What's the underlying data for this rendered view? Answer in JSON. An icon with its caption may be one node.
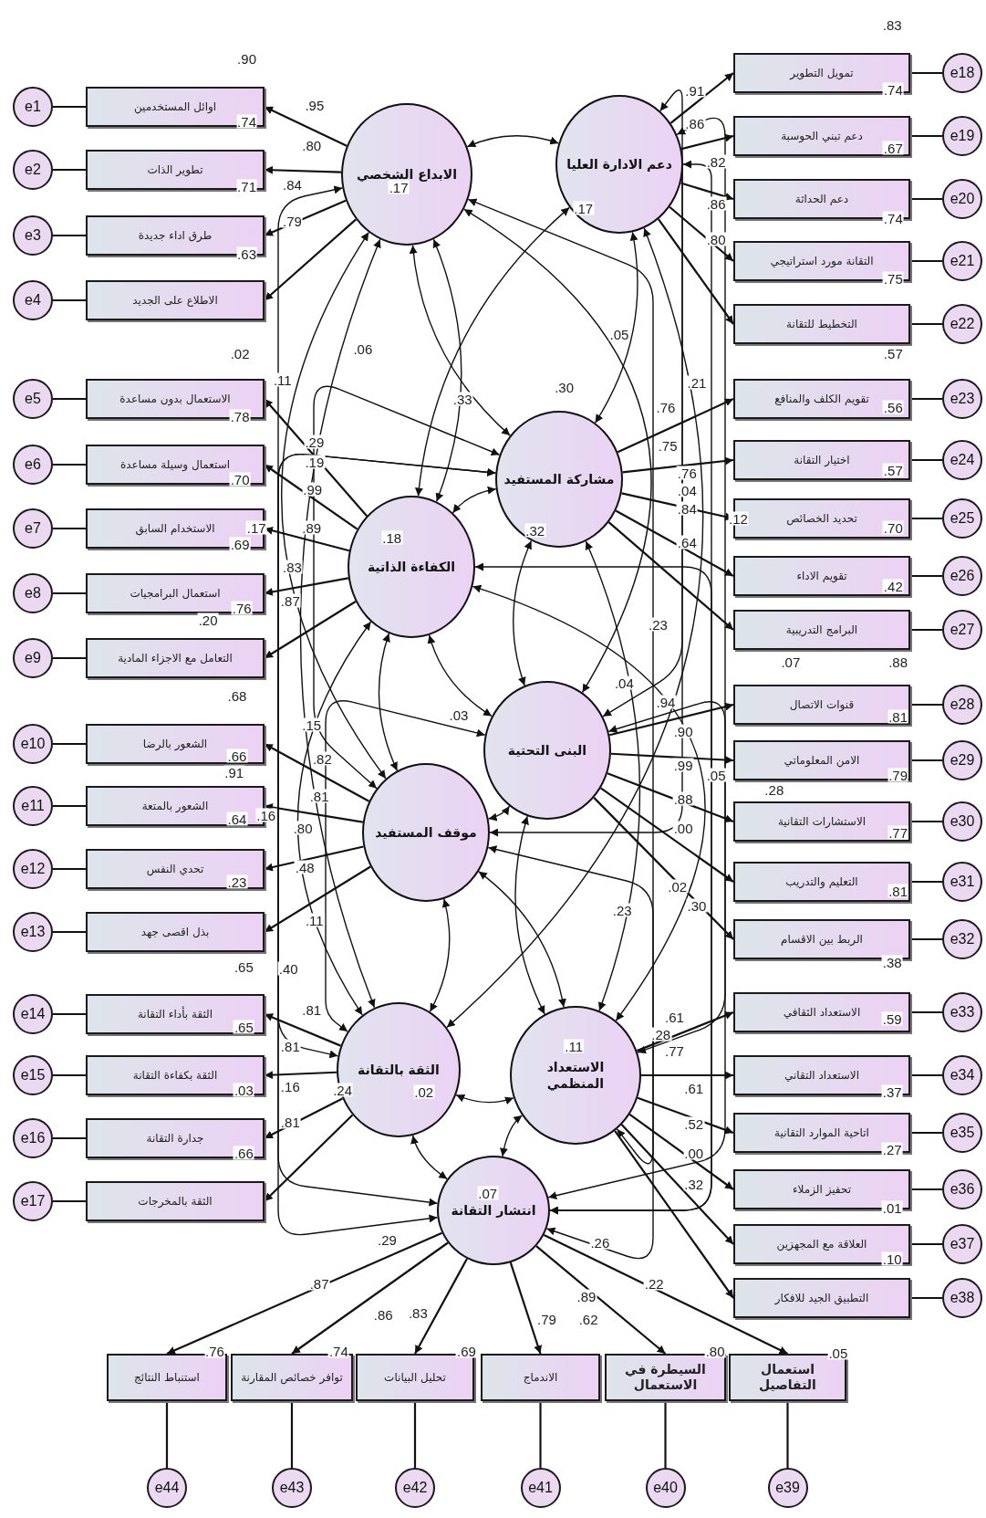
{
  "diagram": {
    "nodes": [
      {
        "text": [
          "الابداع الشخصي"
        ]
      },
      {
        "text": [
          "دعم الادارة العليا"
        ]
      },
      {
        "text": [
          "مشاركة المستفيد"
        ]
      },
      {
        "text": [
          "الكفاءة الذاتية"
        ]
      },
      {
        "text": [
          "البنى التحتية"
        ]
      },
      {
        "text": [
          "موقف المستفيد"
        ]
      },
      {
        "text": [
          "الثقة بالتقانة"
        ]
      },
      {
        "text": [
          "الاستعداد المنظمي"
        ]
      },
      {
        "text": [
          "انتشار التقانة"
        ]
      },
      {
        "text": [
          "اوائل المستخدمين"
        ]
      },
      {
        "text": [
          "تطوير الذات"
        ]
      },
      {
        "text": [
          "طرق اداء جديدة"
        ]
      },
      {
        "text": [
          "الاطلاع على الجديد"
        ]
      },
      {
        "text": [
          "الاستعمال بدون مساعدة"
        ]
      },
      {
        "text": [
          "استعمال وسيلة مساعدة"
        ]
      },
      {
        "text": [
          "الاستخدام السابق"
        ]
      },
      {
        "text": [
          "استعمال البرامجيات"
        ]
      },
      {
        "text": [
          "التعامل مع الاجزاء المادية"
        ]
      },
      {
        "text": [
          "الشعور بالرضا"
        ]
      },
      {
        "text": [
          "الشعور بالمتعة"
        ]
      },
      {
        "text": [
          "تحدي النفس"
        ]
      },
      {
        "text": [
          "بذل اقصى جهد"
        ]
      },
      {
        "text": [
          "الثقة بأداء التقانة"
        ]
      },
      {
        "text": [
          "الثقة بكفاءة التقانة"
        ]
      },
      {
        "text": [
          "جدارة التقانة"
        ]
      },
      {
        "text": [
          "الثقة بالمخرجات"
        ]
      },
      {
        "text": [
          "تمويل التطوير"
        ]
      },
      {
        "text": [
          "دعم تبني الحوسبة"
        ]
      },
      {
        "text": [
          "دعم الحداثة"
        ]
      },
      {
        "text": [
          "التقانة مورد استراتيجي"
        ]
      },
      {
        "text": [
          "التخطيط للتقانة"
        ]
      },
      {
        "text": [
          "تقويم الكلف والمنافع"
        ]
      },
      {
        "text": [
          "اختيار التقانة"
        ]
      },
      {
        "text": [
          "تحديد الخصائص"
        ]
      },
      {
        "text": [
          "تقويم الاداء"
        ]
      },
      {
        "text": [
          "البرامج التدريبية"
        ]
      },
      {
        "text": [
          "قنوات الاتصال"
        ]
      },
      {
        "text": [
          "الامن المعلوماتي"
        ]
      },
      {
        "text": [
          "الاستشارات التقانية"
        ]
      },
      {
        "text": [
          "التعليم والتدريب"
        ]
      },
      {
        "text": [
          "الربط بين الاقسام"
        ]
      },
      {
        "text": [
          "الاستعداد الثقافي"
        ]
      },
      {
        "text": [
          "الاستعداد التقاني"
        ]
      },
      {
        "text": [
          "اتاحية الموارد التقانية"
        ]
      },
      {
        "text": [
          "تحفيز الزملاء"
        ]
      },
      {
        "text": [
          "العلاقة مع المجهزين"
        ]
      },
      {
        "text": [
          "التطبيق الجيد للافكار"
        ]
      },
      {
        "text": [
          "استعمال التفاصيل"
        ]
      },
      {
        "text": [
          "السيطرة في الاستعمال"
        ]
      },
      {
        "text": [
          "الاندماج"
        ]
      },
      {
        "text": [
          "تحليل البيانات"
        ]
      },
      {
        "text": [
          "توافر خصائص المقارنة"
        ]
      },
      {
        "text": [
          "استنباط النتائج"
        ]
      },
      {
        "text": [
          "e1"
        ]
      },
      {
        "text": [
          "e2"
        ]
      },
      {
        "text": [
          "e3"
        ]
      },
      {
        "text": [
          "e4"
        ]
      },
      {
        "text": [
          "e5"
        ]
      },
      {
        "text": [
          "e6"
        ]
      },
      {
        "text": [
          "e7"
        ]
      },
      {
        "text": [
          "e8"
        ]
      },
      {
        "text": [
          "e9"
        ]
      },
      {
        "text": [
          "e10"
        ]
      },
      {
        "text": [
          "e11"
        ]
      },
      {
        "text": [
          "e12"
        ]
      },
      {
        "text": [
          "e13"
        ]
      },
      {
        "text": [
          "e14"
        ]
      },
      {
        "text": [
          "e15"
        ]
      },
      {
        "text": [
          "e16"
        ]
      },
      {
        "text": [
          "e17"
        ]
      },
      {
        "text": [
          "e18"
        ]
      },
      {
        "text": [
          "e19"
        ]
      },
      {
        "text": [
          "e20"
        ]
      },
      {
        "text": [
          "e21"
        ]
      },
      {
        "text": [
          "e22"
        ]
      },
      {
        "text": [
          "e23"
        ]
      },
      {
        "text": [
          "e24"
        ]
      },
      {
        "text": [
          "e25"
        ]
      },
      {
        "text": [
          "e26"
        ]
      },
      {
        "text": [
          "e27"
        ]
      },
      {
        "text": [
          "e28"
        ]
      },
      {
        "text": [
          "e29"
        ]
      },
      {
        "text": [
          "e30"
        ]
      },
      {
        "text": [
          "e31"
        ]
      },
      {
        "text": [
          "e32"
        ]
      },
      {
        "text": [
          "e33"
        ]
      },
      {
        "text": [
          "e34"
        ]
      },
      {
        "text": [
          "e35"
        ]
      },
      {
        "text": [
          "e36"
        ]
      },
      {
        "text": [
          "e37"
        ]
      },
      {
        "text": [
          "e38"
        ]
      },
      {
        "text": [
          "e39"
        ]
      },
      {
        "text": [
          "e40"
        ]
      },
      {
        "text": [
          "e41"
        ]
      },
      {
        "text": [
          "e42"
        ]
      },
      {
        "text": [
          "e43"
        ]
      },
      {
        "text": [
          "e44"
        ]
      }
    ],
    "edges": [
      {
        "from": 0,
        "to": 9,
        "arrow": "to"
      },
      {
        "from": 0,
        "to": 10,
        "arrow": "to"
      },
      {
        "from": 0,
        "to": 11,
        "arrow": "to"
      },
      {
        "from": 0,
        "to": 12,
        "arrow": "to"
      },
      {
        "from": 3,
        "to": 13,
        "arrow": "to"
      },
      {
        "from": 3,
        "to": 14,
        "arrow": "to"
      },
      {
        "from": 3,
        "to": 15,
        "arrow": "to"
      },
      {
        "from": 3,
        "to": 16,
        "arrow": "to"
      },
      {
        "from": 3,
        "to": 17,
        "arrow": "to"
      },
      {
        "from": 5,
        "to": 18,
        "arrow": "to"
      },
      {
        "from": 5,
        "to": 19,
        "arrow": "to"
      },
      {
        "from": 5,
        "to": 20,
        "arrow": "to"
      },
      {
        "from": 5,
        "to": 21,
        "arrow": "to"
      },
      {
        "from": 6,
        "to": 22,
        "arrow": "to"
      },
      {
        "from": 6,
        "to": 23,
        "arrow": "to"
      },
      {
        "from": 6,
        "to": 24,
        "arrow": "to"
      },
      {
        "from": 6,
        "to": 25,
        "arrow": "to"
      },
      {
        "from": 1,
        "to": 26,
        "arrow": "to"
      },
      {
        "from": 1,
        "to": 27,
        "arrow": "to"
      },
      {
        "from": 1,
        "to": 28,
        "arrow": "to"
      },
      {
        "from": 1,
        "to": 29,
        "arrow": "to"
      },
      {
        "from": 1,
        "to": 30,
        "arrow": "to"
      },
      {
        "from": 2,
        "to": 31,
        "arrow": "to"
      },
      {
        "from": 2,
        "to": 32,
        "arrow": "to"
      },
      {
        "from": 2,
        "to": 33,
        "arrow": "to"
      },
      {
        "from": 2,
        "to": 34,
        "arrow": "to"
      },
      {
        "from": 2,
        "to": 35,
        "arrow": "to"
      },
      {
        "from": 4,
        "to": 36,
        "arrow": "to"
      },
      {
        "from": 4,
        "to": 37,
        "arrow": "to"
      },
      {
        "from": 4,
        "to": 38,
        "arrow": "to"
      },
      {
        "from": 4,
        "to": 39,
        "arrow": "to"
      },
      {
        "from": 4,
        "to": 40,
        "arrow": "to"
      },
      {
        "from": 7,
        "to": 41,
        "arrow": "to"
      },
      {
        "from": 7,
        "to": 42,
        "arrow": "to"
      },
      {
        "from": 7,
        "to": 43,
        "arrow": "to"
      },
      {
        "from": 7,
        "to": 44,
        "arrow": "to"
      },
      {
        "from": 7,
        "to": 45,
        "arrow": "to"
      },
      {
        "from": 7,
        "to": 46,
        "arrow": "to"
      },
      {
        "from": 8,
        "to": 47,
        "arrow": "to"
      },
      {
        "from": 8,
        "to": 48,
        "arrow": "to"
      },
      {
        "from": 8,
        "to": 49,
        "arrow": "to"
      },
      {
        "from": 8,
        "to": 50,
        "arrow": "to"
      },
      {
        "from": 8,
        "to": 51,
        "arrow": "to"
      },
      {
        "from": 8,
        "to": 52,
        "arrow": "to"
      },
      {
        "from": 53,
        "to": 9,
        "arrow": "to"
      },
      {
        "from": 54,
        "to": 10,
        "arrow": "to"
      },
      {
        "from": 55,
        "to": 11,
        "arrow": "to"
      },
      {
        "from": 56,
        "to": 12,
        "arrow": "to"
      },
      {
        "from": 57,
        "to": 13,
        "arrow": "to"
      },
      {
        "from": 58,
        "to": 14,
        "arrow": "to"
      },
      {
        "from": 59,
        "to": 15,
        "arrow": "to"
      },
      {
        "from": 60,
        "to": 16,
        "arrow": "to"
      },
      {
        "from": 61,
        "to": 17,
        "arrow": "to"
      },
      {
        "from": 62,
        "to": 18,
        "arrow": "to"
      },
      {
        "from": 63,
        "to": 19,
        "arrow": "to"
      },
      {
        "from": 64,
        "to": 20,
        "arrow": "to"
      },
      {
        "from": 65,
        "to": 21,
        "arrow": "to"
      },
      {
        "from": 66,
        "to": 22,
        "arrow": "to"
      },
      {
        "from": 67,
        "to": 23,
        "arrow": "to"
      },
      {
        "from": 68,
        "to": 24,
        "arrow": "to"
      },
      {
        "from": 69,
        "to": 25,
        "arrow": "to"
      },
      {
        "from": 70,
        "to": 26,
        "arrow": "to"
      },
      {
        "from": 71,
        "to": 27,
        "arrow": "to"
      },
      {
        "from": 72,
        "to": 28,
        "arrow": "to"
      },
      {
        "from": 73,
        "to": 29,
        "arrow": "to"
      },
      {
        "from": 74,
        "to": 30,
        "arrow": "to"
      },
      {
        "from": 75,
        "to": 31,
        "arrow": "to"
      },
      {
        "from": 76,
        "to": 32,
        "arrow": "to"
      },
      {
        "from": 77,
        "to": 33,
        "arrow": "to"
      },
      {
        "from": 78,
        "to": 34,
        "arrow": "to"
      },
      {
        "from": 79,
        "to": 35,
        "arrow": "to"
      },
      {
        "from": 80,
        "to": 36,
        "arrow": "to"
      },
      {
        "from": 81,
        "to": 37,
        "arrow": "to"
      },
      {
        "from": 82,
        "to": 38,
        "arrow": "to"
      },
      {
        "from": 83,
        "to": 39,
        "arrow": "to"
      },
      {
        "from": 84,
        "to": 40,
        "arrow": "to"
      },
      {
        "from": 85,
        "to": 41,
        "arrow": "to"
      },
      {
        "from": 86,
        "to": 42,
        "arrow": "to"
      },
      {
        "from": 87,
        "to": 43,
        "arrow": "to"
      },
      {
        "from": 88,
        "to": 44,
        "arrow": "to"
      },
      {
        "from": 89,
        "to": 45,
        "arrow": "to"
      },
      {
        "from": 90,
        "to": 46,
        "arrow": "to"
      },
      {
        "from": 91,
        "to": 47,
        "arrow": "to"
      },
      {
        "from": 92,
        "to": 48,
        "arrow": "to"
      },
      {
        "from": 93,
        "to": 49,
        "arrow": "to"
      },
      {
        "from": 94,
        "to": 50,
        "arrow": "to"
      },
      {
        "from": 95,
        "to": 51,
        "arrow": "to"
      },
      {
        "from": 96,
        "to": 52,
        "arrow": "to"
      },
      {
        "from": 0,
        "to": 1,
        "arrow": "both"
      },
      {
        "from": 0,
        "to": 2,
        "arrow": "both"
      },
      {
        "from": 0,
        "to": 3,
        "arrow": "both"
      },
      {
        "from": 0,
        "to": 4,
        "arrow": "both"
      },
      {
        "from": 0,
        "to": 5,
        "arrow": "both"
      },
      {
        "from": 0,
        "to": 6,
        "arrow": "both"
      },
      {
        "from": 0,
        "to": 7,
        "arrow": "both"
      },
      {
        "from": 0,
        "to": 8,
        "arrow": "both"
      },
      {
        "from": 1,
        "to": 2,
        "arrow": "both"
      },
      {
        "from": 1,
        "to": 3,
        "arrow": "both"
      },
      {
        "from": 1,
        "to": 4,
        "arrow": "both"
      },
      {
        "from": 1,
        "to": 5,
        "arrow": "both"
      },
      {
        "from": 1,
        "to": 6,
        "arrow": "both"
      },
      {
        "from": 1,
        "to": 7,
        "arrow": "both"
      },
      {
        "from": 1,
        "to": 8,
        "arrow": "both"
      },
      {
        "from": 2,
        "to": 3,
        "arrow": "both"
      },
      {
        "from": 2,
        "to": 4,
        "arrow": "both"
      },
      {
        "from": 2,
        "to": 5,
        "arrow": "both"
      },
      {
        "from": 2,
        "to": 6,
        "arrow": "both"
      },
      {
        "from": 2,
        "to": 7,
        "arrow": "both"
      },
      {
        "from": 2,
        "to": 8,
        "arrow": "both"
      },
      {
        "from": 3,
        "to": 4,
        "arrow": "both"
      },
      {
        "from": 3,
        "to": 5,
        "arrow": "both"
      },
      {
        "from": 3,
        "to": 6,
        "arrow": "both"
      },
      {
        "from": 3,
        "to": 7,
        "arrow": "both"
      },
      {
        "from": 3,
        "to": 8,
        "arrow": "both"
      },
      {
        "from": 4,
        "to": 5,
        "arrow": "both"
      },
      {
        "from": 4,
        "to": 6,
        "arrow": "both"
      },
      {
        "from": 4,
        "to": 7,
        "arrow": "both"
      },
      {
        "from": 4,
        "to": 8,
        "arrow": "both"
      },
      {
        "from": 5,
        "to": 6,
        "arrow": "both"
      },
      {
        "from": 5,
        "to": 7,
        "arrow": "both"
      },
      {
        "from": 5,
        "to": 8,
        "arrow": "both"
      },
      {
        "from": 6,
        "to": 7,
        "arrow": "both"
      },
      {
        "from": 6,
        "to": 8,
        "arrow": "both"
      },
      {
        "from": 7,
        "to": 8,
        "arrow": "both"
      }
    ],
    "labels": [
      ".90",
      ".95",
      ".74",
      ".80",
      ".71",
      ".84",
      ".79",
      ".63",
      ".02",
      ".11",
      ".06",
      ".29",
      ".19",
      ".78",
      ".99",
      ".70",
      ".17",
      ".89",
      ".69",
      ".83",
      ".76",
      ".87",
      ".20",
      ".68",
      ".15",
      ".66",
      ".82",
      ".91",
      ".81",
      ".64",
      ".16",
      ".80",
      ".48",
      ".23",
      ".11",
      ".65",
      ".40",
      ".81",
      ".65",
      ".81",
      ".03",
      ".16",
      ".81",
      ".24",
      ".66",
      ".17",
      ".17",
      ".05",
      ".30",
      ".33",
      ".18",
      ".32",
      ".03",
      ".23",
      ".04",
      ".23",
      ".11",
      ".02",
      ".07",
      ".29",
      ".26",
      ".87",
      ".86",
      ".83",
      ".22",
      ".79",
      ".89",
      ".62",
      ".76",
      ".74",
      ".69",
      ".80",
      ".05",
      ".83",
      ".91",
      ".74",
      ".86",
      ".67",
      ".82",
      ".86",
      ".74",
      ".80",
      ".75",
      ".57",
      ".21",
      ".76",
      ".56",
      ".75",
      ".76",
      ".57",
      ".04",
      ".84",
      ".12",
      ".70",
      ".64",
      ".42",
      ".07",
      ".88",
      ".94",
      ".81",
      ".90",
      ".99",
      ".05",
      ".79",
      ".28",
      ".88",
      ".00",
      ".77",
      ".02",
      ".81",
      ".30",
      ".38",
      ".61",
      ".59",
      ".28",
      ".77",
      ".61",
      ".37",
      ".52",
      ".27",
      ".00",
      ".32",
      ".01",
      ".10"
    ]
  }
}
